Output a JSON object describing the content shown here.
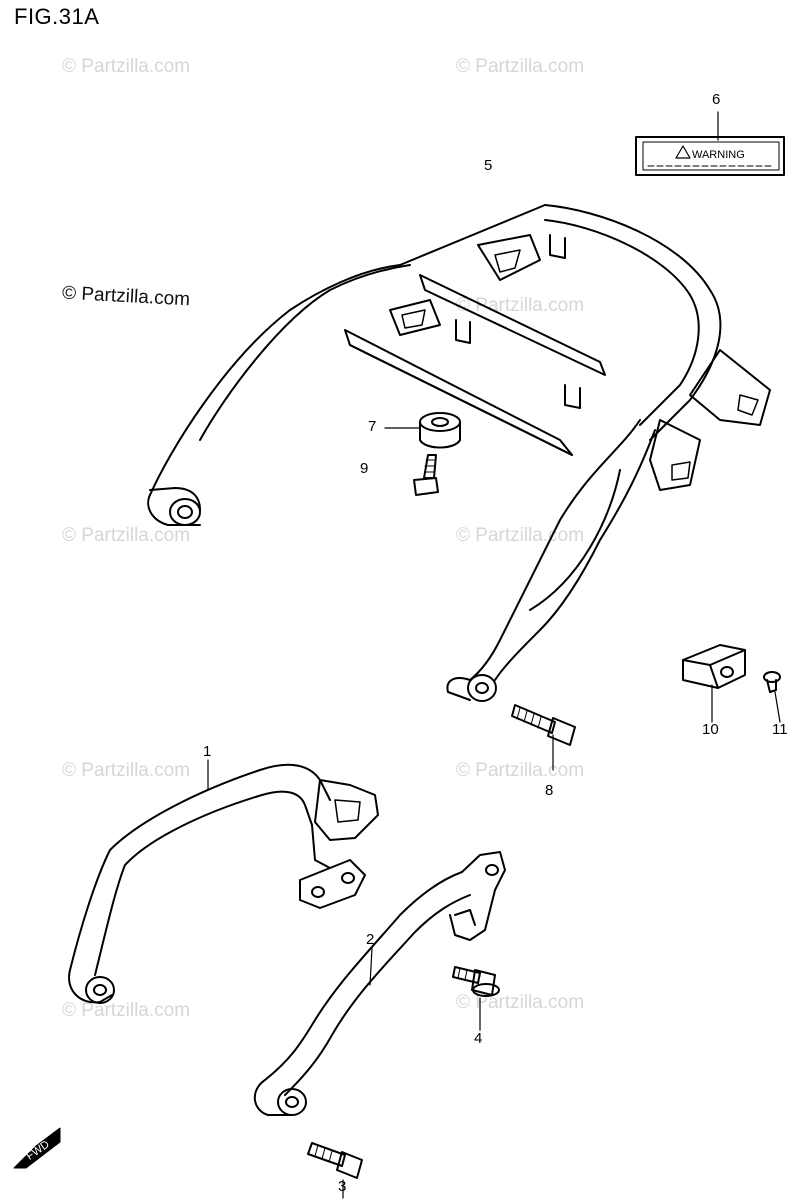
{
  "figure": {
    "title": "FIG.31A"
  },
  "watermark": {
    "text": "© Partzilla.com"
  },
  "label": {
    "text": "WARNING"
  },
  "fwd": {
    "text": "FWD"
  },
  "callouts": {
    "c1": "1",
    "c2": "2",
    "c3": "3",
    "c4": "4",
    "c5": "5",
    "c6": "6",
    "c7": "7",
    "c8": "8",
    "c9": "9",
    "c10": "10",
    "c11": "11"
  }
}
